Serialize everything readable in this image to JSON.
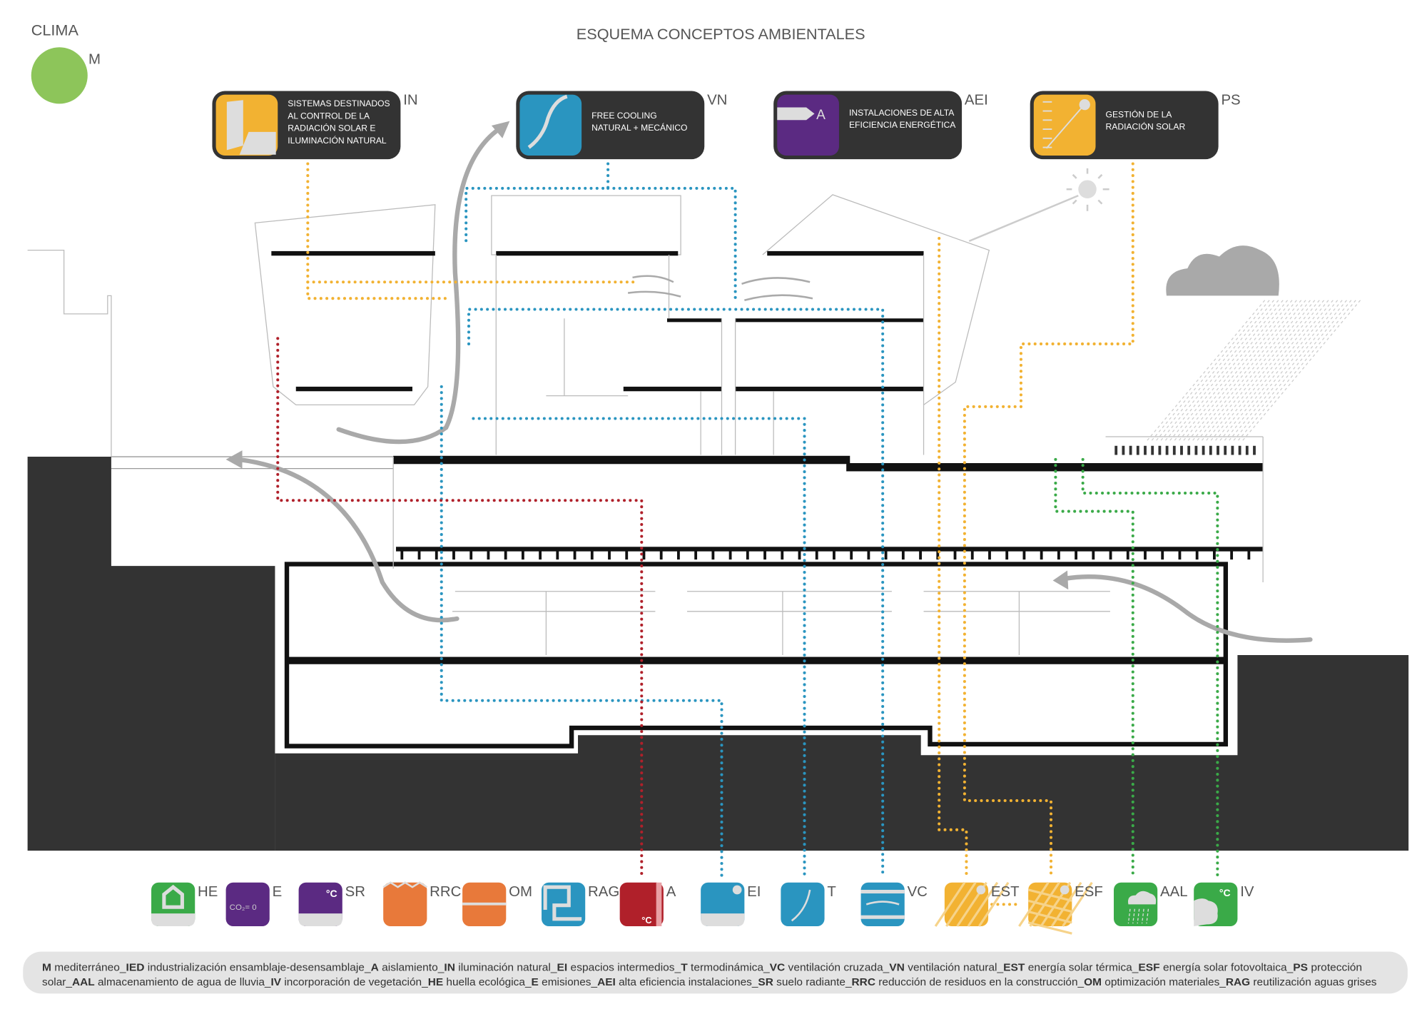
{
  "title": "ESQUEMA CONCEPTOS AMBIENTALES",
  "climate": {
    "label": "CLIMA",
    "code": "M",
    "color": "#8dc55a"
  },
  "colors": {
    "yellow": "#f2b232",
    "blue": "#2a95c0",
    "red": "#b0202a",
    "green": "#3aaa48",
    "purple": "#5b2a82",
    "orange": "#e8793a",
    "dark": "#333333",
    "gray": "#a9a9a9"
  },
  "top_boxes": [
    {
      "code": "IN",
      "lines": [
        "SISTEMAS DESTINADOS",
        "AL CONTROL DE LA",
        "RADIACIÓN SOLAR E",
        "ILUMINACIÓN NATURAL"
      ],
      "icon": "window-light-icon"
    },
    {
      "code": "VN",
      "lines": [
        "FREE COOLING",
        "NATURAL + MECÁNICO"
      ],
      "icon": "airflow-icon"
    },
    {
      "code": "AEI",
      "lines": [
        "INSTALACIONES DE ALTA",
        "EFICIENCIA ENERGÉTICA"
      ],
      "icon": "energy-label-icon",
      "icon_text": "A"
    },
    {
      "code": "PS",
      "lines": [
        "GESTIÓN DE LA",
        "RADIACIÓN SOLAR"
      ],
      "icon": "sun-angle-icon"
    }
  ],
  "bottom_icons": [
    {
      "code": "HE",
      "color": "#3aaa48",
      "icon": "house-footprint-icon"
    },
    {
      "code": "E",
      "color": "#5b2a82",
      "icon": "emissions-icon",
      "icon_text": "CO₂= 0"
    },
    {
      "code": "SR",
      "color": "#5b2a82",
      "icon": "radiant-floor-icon",
      "icon_text": "°C"
    },
    {
      "code": "RRC",
      "color": "#e8793a",
      "icon": "waste-reduction-icon"
    },
    {
      "code": "OM",
      "color": "#e8793a",
      "icon": "materials-icon"
    },
    {
      "code": "RAG",
      "color": "#2a95c0",
      "icon": "greywater-icon"
    },
    {
      "code": "A",
      "color": "#b0202a",
      "icon": "insulation-icon",
      "icon_text": "°C"
    },
    {
      "code": "EI",
      "color": "#2a95c0",
      "icon": "intermediate-space-icon"
    },
    {
      "code": "T",
      "color": "#2a95c0",
      "icon": "thermodynamics-icon"
    },
    {
      "code": "VC",
      "color": "#2a95c0",
      "icon": "cross-ventilation-icon"
    },
    {
      "code": "EST",
      "color": "#f2b232",
      "icon": "solar-thermal-icon"
    },
    {
      "code": "ESF",
      "color": "#f2b232",
      "icon": "solar-pv-icon"
    },
    {
      "code": "AAL",
      "color": "#3aaa48",
      "icon": "rainwater-icon"
    },
    {
      "code": "IV",
      "color": "#3aaa48",
      "icon": "vegetation-icon",
      "icon_text": "°C"
    }
  ],
  "legend": {
    "lines": [
      [
        {
          "b": "M",
          "t": " mediterráneo_"
        },
        {
          "b": "IED",
          "t": " industrialización ensamblaje-desensamblaje_"
        },
        {
          "b": "A",
          "t": " aislamiento_"
        },
        {
          "b": "IN",
          "t": " iluminación natural_"
        },
        {
          "b": "EI",
          "t": " espacios intermedios_"
        },
        {
          "b": "T",
          "t": " termodinámica_"
        },
        {
          "b": "VC",
          "t": " ventilación cruzada_"
        },
        {
          "b": "VN",
          "t": " ventilación natural_"
        },
        {
          "b": "EST",
          "t": " energía solar térmica_"
        },
        {
          "b": "ESF",
          "t": " energía solar fotovoltaica_"
        },
        {
          "b": "PS",
          "t": " protección"
        }
      ],
      [
        {
          "b": "",
          "t": "solar_"
        },
        {
          "b": "AAL",
          "t": " almacenamiento de agua de lluvia_"
        },
        {
          "b": "IV",
          "t": " incorporación de vegetación_"
        },
        {
          "b": "HE",
          "t": " huella ecológica_"
        },
        {
          "b": "E",
          "t": " emisiones_"
        },
        {
          "b": "AEI",
          "t": " alta eficiencia instalaciones_"
        },
        {
          "b": "SR",
          "t": " suelo radiante_"
        },
        {
          "b": "RRC",
          "t": " reducción de residuos en la construcción_"
        },
        {
          "b": "OM",
          "t": " optimización materiales_"
        },
        {
          "b": "RAG",
          "t": " reutilización aguas grises"
        }
      ]
    ]
  }
}
